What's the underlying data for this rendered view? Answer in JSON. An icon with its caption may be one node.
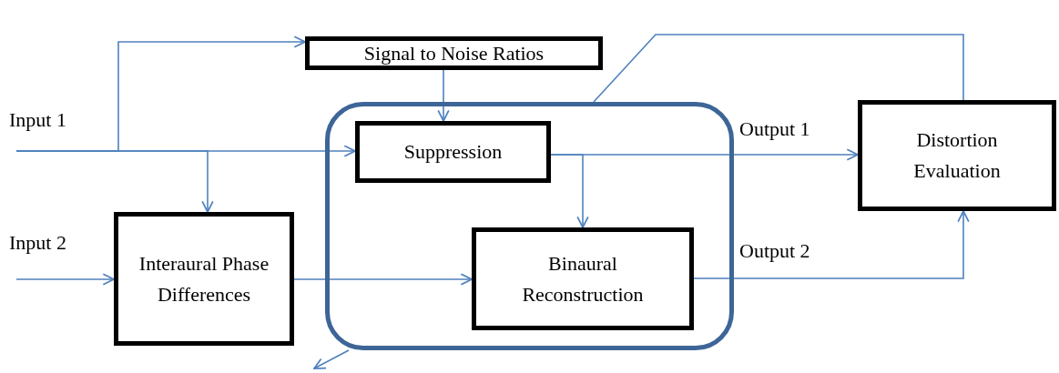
{
  "diagram": {
    "nodes": [
      {
        "text": [
          "Signal to Noise Ratios"
        ]
      },
      {
        "text": [],
        "shape": "box"
      },
      {
        "text": [
          "Suppression"
        ],
        "in": 1
      },
      {
        "text": [
          "Binaural Reconstruction"
        ],
        "in": 1
      },
      {
        "text": [
          "Interaural Phase Differences"
        ]
      },
      {
        "text": [
          "Distortion Evaluation"
        ]
      }
    ],
    "edges": [
      {
        "from": null,
        "to": 2,
        "arrow": "to"
      },
      {
        "from": null,
        "to": 0,
        "arrow": "to"
      },
      {
        "from": null,
        "to": 4,
        "arrow": "to"
      },
      {
        "from": null,
        "to": 4,
        "arrow": "to"
      },
      {
        "from": 0,
        "to": 2,
        "arrow": "to"
      },
      {
        "from": 4,
        "to": 3,
        "arrow": "to"
      },
      {
        "from": 2,
        "to": 5,
        "arrow": "to",
        "label": "Output 1"
      },
      {
        "from": 2,
        "to": 3,
        "arrow": "to"
      },
      {
        "from": 3,
        "to": 5,
        "arrow": "to",
        "label": "Output 2"
      },
      {
        "from": 5,
        "to": 1,
        "arrow": "none"
      },
      {
        "from": 1,
        "to": null,
        "arrow": "to"
      }
    ],
    "labels": [
      "Input 1",
      "Input 2"
    ]
  }
}
